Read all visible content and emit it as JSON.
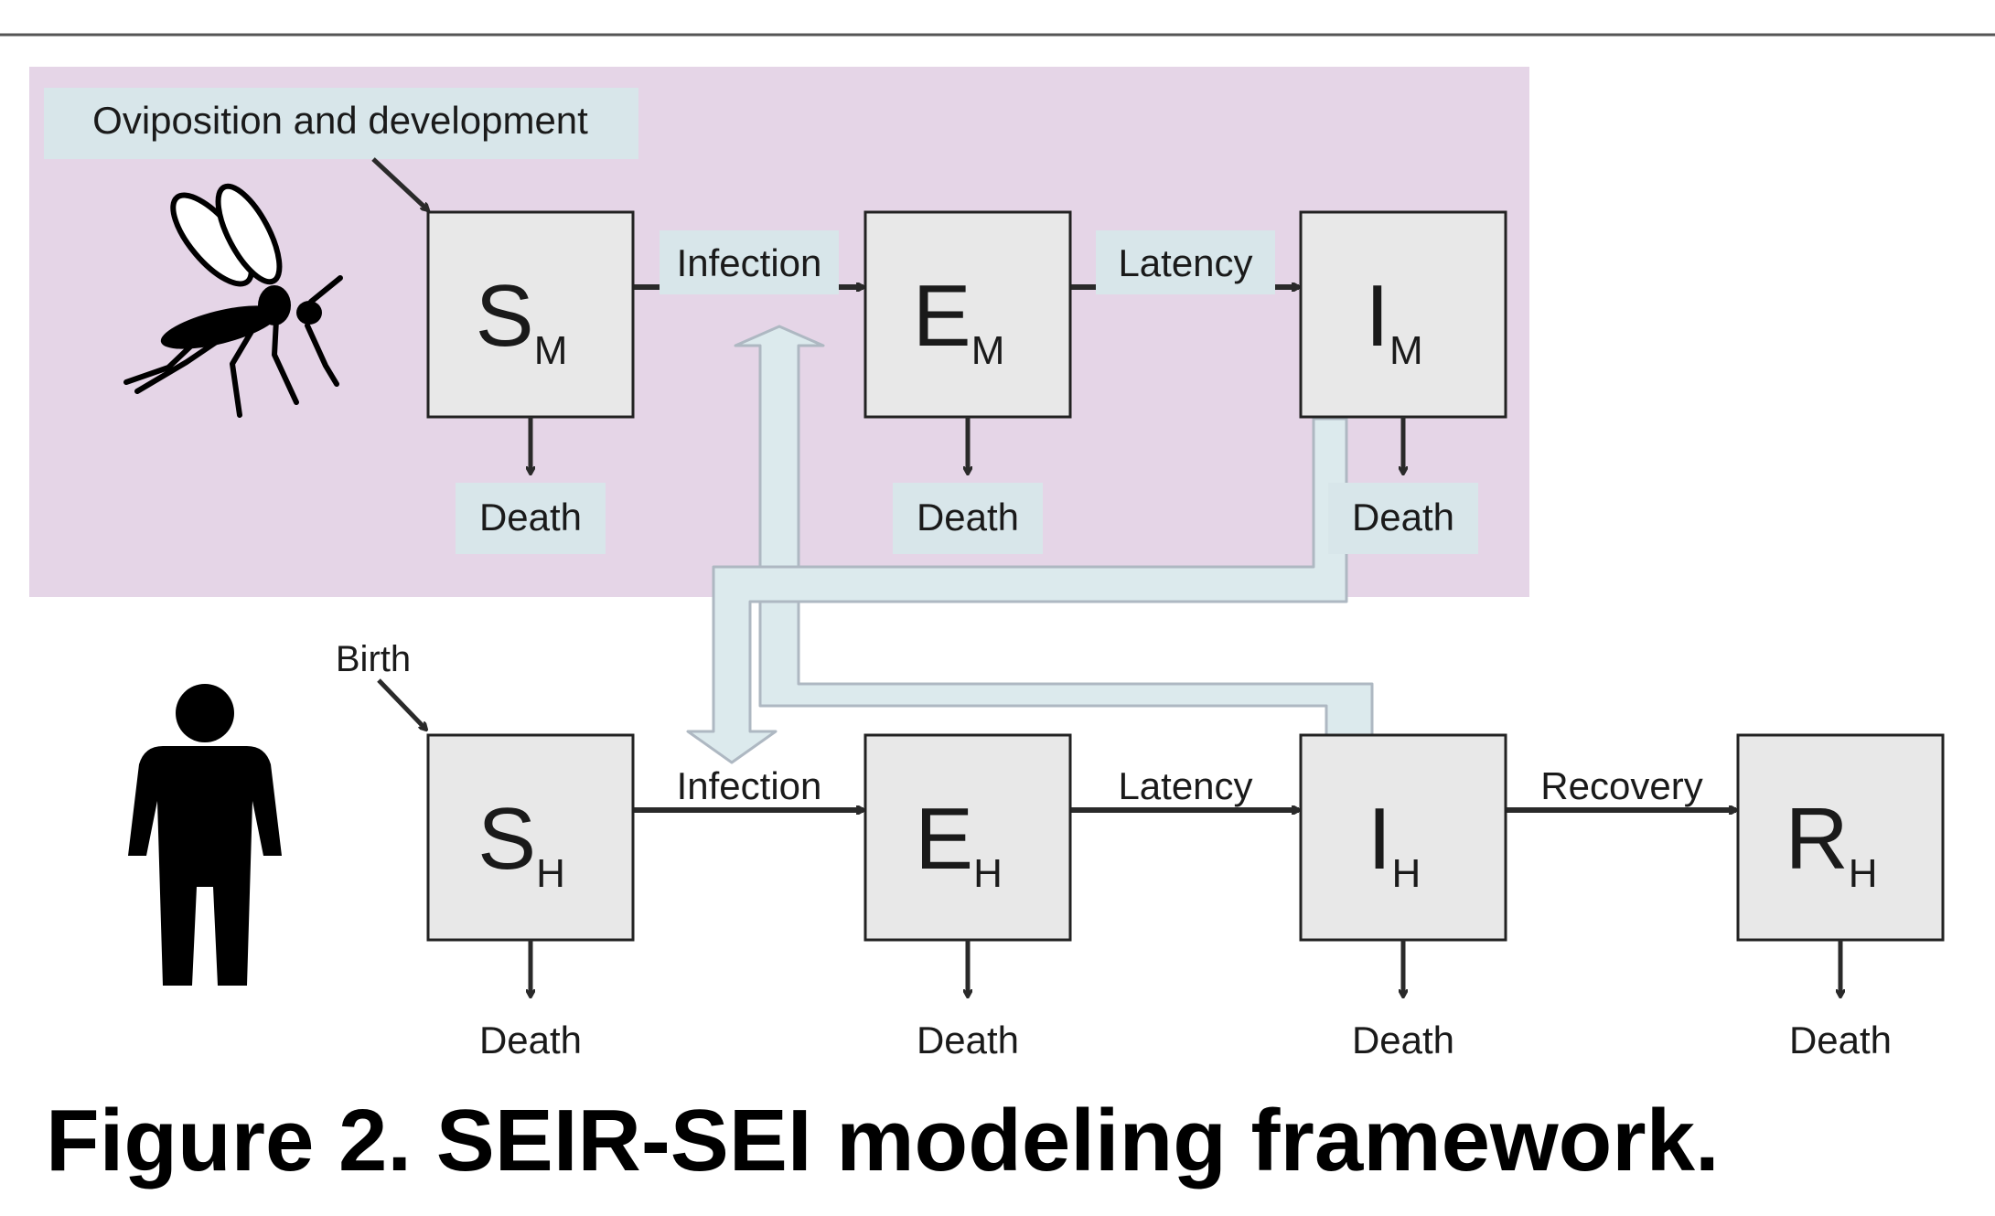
{
  "colors": {
    "mosquito_panel": "#e5d5e7",
    "label_bg": "#d8e6ea",
    "box_fill": "#e8e8e8",
    "box_stroke": "#222222",
    "arrow": "#2a2a2a",
    "transmission_band": "#dceaed",
    "transmission_stroke": "#aeb8c2"
  },
  "icons": {
    "mosquito": "mosquito-icon",
    "human": "human-icon"
  },
  "mosquito": {
    "inflow_label": "Oviposition and development",
    "compartments": [
      {
        "main": "S",
        "sub": "M"
      },
      {
        "main": "E",
        "sub": "M"
      },
      {
        "main": "I",
        "sub": "M"
      }
    ],
    "transitions": [
      "Infection",
      "Latency"
    ],
    "death_label": "Death"
  },
  "human": {
    "inflow_label": "Birth",
    "compartments": [
      {
        "main": "S",
        "sub": "H"
      },
      {
        "main": "E",
        "sub": "H"
      },
      {
        "main": "I",
        "sub": "H"
      },
      {
        "main": "R",
        "sub": "H"
      }
    ],
    "transitions": [
      "Infection",
      "Latency",
      "Recovery"
    ],
    "death_label": "Death"
  },
  "caption": "Figure 2. SEIR-SEI modeling framework."
}
